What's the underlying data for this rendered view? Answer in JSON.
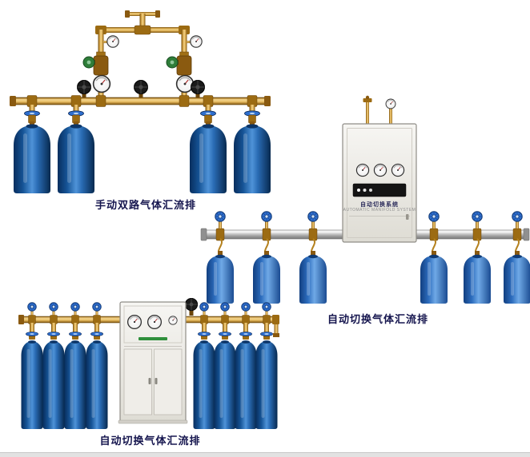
{
  "page": {
    "background_color": "#ffffff"
  },
  "palette": {
    "brass": "#c9963a",
    "cylinder_dark_blue": "#155395",
    "cylinder_light_blue": "#2c6cbd",
    "manifold_silver": "#c0c0c0",
    "caption_color": "#15154e"
  },
  "sections": [
    {
      "id": "manual-dual-manifold",
      "caption": "手动双路气体汇流排",
      "cylinders": 4
    },
    {
      "id": "auto-switch-manifold-cabinet",
      "caption": "自动切换气体汇流排",
      "cabinet_label": "自动切换系统",
      "cabinet_sublabel": "AUTOMATIC MANIFOLD SYSTEM",
      "cylinders": 6
    },
    {
      "id": "auto-switch-manifold-tall",
      "caption": "自动切换气体汇流排",
      "cylinders": 8
    }
  ]
}
